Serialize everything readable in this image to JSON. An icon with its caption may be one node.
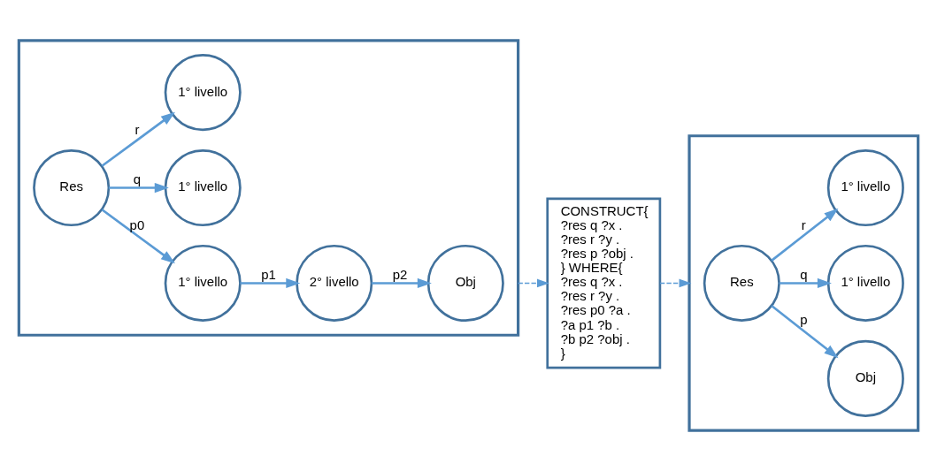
{
  "diagram": {
    "nodes": [
      {
        "text": [],
        "shape": "box"
      },
      {
        "text": [
          "Obj"
        ],
        "in": 0
      },
      {
        "text": [
          "2° livello"
        ],
        "in": 0
      },
      {
        "text": [
          "1° livello"
        ],
        "in": 0
      },
      {
        "text": [
          "Res"
        ],
        "in": 0
      },
      {
        "text": [
          "1° livello"
        ],
        "in": 0
      },
      {
        "text": [
          "1° livello"
        ],
        "in": 0
      },
      {
        "text": [
          "CONSTRUCT{",
          "?res q ?x .",
          "?res r ?y .",
          "?res p ?obj .",
          "} WHERE{",
          "?res q ?x .",
          "?res r ?y .",
          "?res p0 ?a .",
          "?a p1 ?b .",
          "?b p2 ?obj .",
          "}"
        ]
      },
      {
        "text": [],
        "shape": "box"
      },
      {
        "text": [
          "Res"
        ],
        "in": 8
      },
      {
        "text": [
          "Obj"
        ],
        "in": 8
      },
      {
        "text": [
          "1° livello"
        ],
        "in": 8
      },
      {
        "text": [
          "1° livello"
        ],
        "in": 8
      }
    ],
    "edges": [
      {
        "from": 2,
        "to": 1,
        "arrow": "to",
        "label": "p2"
      },
      {
        "from": 3,
        "to": 2,
        "arrow": "to",
        "label": "p1"
      },
      {
        "from": 4,
        "to": 3,
        "arrow": "to",
        "label": "p0"
      },
      {
        "from": 4,
        "to": 5,
        "arrow": "to",
        "label": "q"
      },
      {
        "from": 4,
        "to": 6,
        "arrow": "to",
        "label": "r"
      },
      {
        "from": 0,
        "to": 7,
        "arrow": "to",
        "style": "dashed"
      },
      {
        "from": 7,
        "to": 8,
        "arrow": "to",
        "style": "dashed"
      },
      {
        "from": 9,
        "to": 10,
        "arrow": "to",
        "label": "p"
      },
      {
        "from": 9,
        "to": 11,
        "arrow": "to",
        "label": "q"
      },
      {
        "from": 9,
        "to": 12,
        "arrow": "to",
        "label": "r"
      }
    ]
  }
}
